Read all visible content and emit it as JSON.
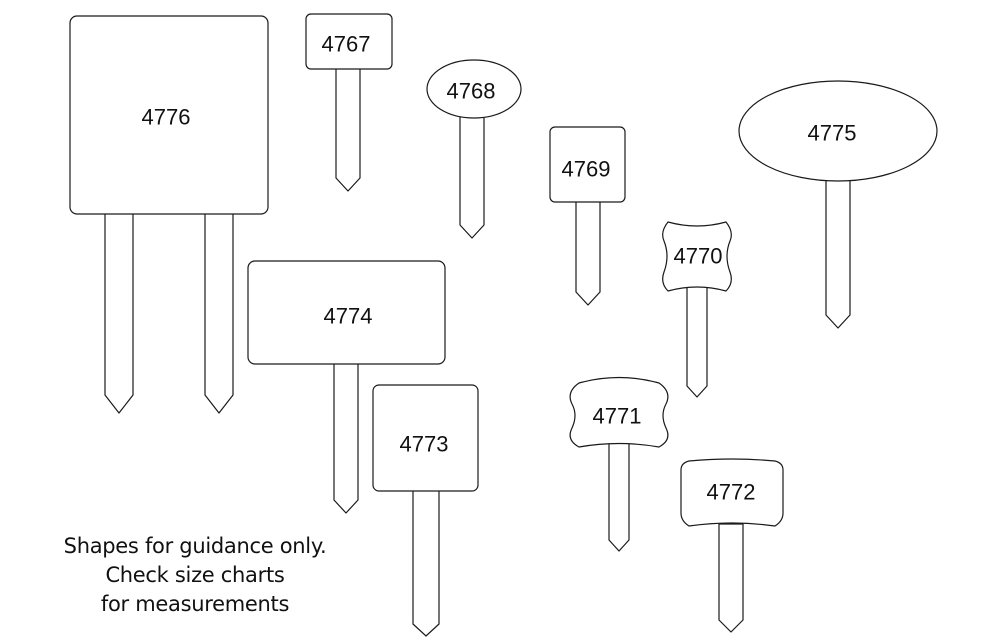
{
  "markers": [
    {
      "code": "4776",
      "shape": "square-double-stake"
    },
    {
      "code": "4767",
      "shape": "rounded-rectangle"
    },
    {
      "code": "4768",
      "shape": "oval"
    },
    {
      "code": "4769",
      "shape": "rounded-square"
    },
    {
      "code": "4775",
      "shape": "large-oval"
    },
    {
      "code": "4770",
      "shape": "scalloped-plaque"
    },
    {
      "code": "4774",
      "shape": "wide-rectangle"
    },
    {
      "code": "4773",
      "shape": "rounded-rectangle"
    },
    {
      "code": "4771",
      "shape": "scalloped-plaque"
    },
    {
      "code": "4772",
      "shape": "notched-plaque"
    }
  ],
  "note": {
    "line1": "Shapes for guidance only.",
    "line2": "Check size charts",
    "line3": "for measurements"
  },
  "colors": {
    "outline": "#1a1a1a",
    "text": "#111111",
    "background": "#ffffff"
  }
}
